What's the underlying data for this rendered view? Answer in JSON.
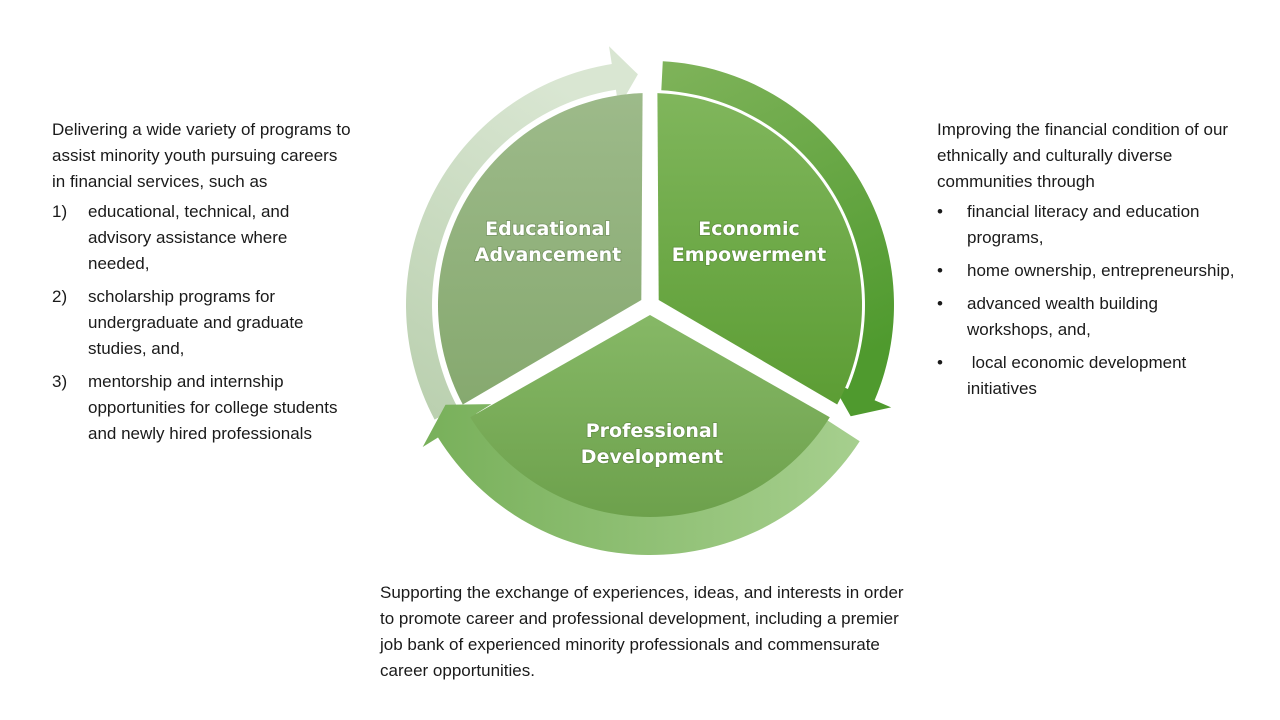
{
  "cycle": {
    "segments": [
      {
        "id": "educational",
        "lines": [
          "Educational",
          "Advancement"
        ],
        "color": "#8fb07a"
      },
      {
        "id": "economic",
        "lines": [
          "Economic",
          "Empowerment"
        ],
        "color": "#6aa83f"
      },
      {
        "id": "professional",
        "lines": [
          "Professional",
          "Development"
        ],
        "color": "#7aad58"
      }
    ]
  },
  "left": {
    "intro": "Delivering a wide variety of programs to assist minority youth pursuing careers in financial services, such as",
    "items": [
      {
        "marker": "1)",
        "text": "educational, technical, and advisory assistance where needed,"
      },
      {
        "marker": "2)",
        "text": "scholarship programs for undergraduate and graduate studies, and,"
      },
      {
        "marker": "3)",
        "text": "mentorship and internship opportunities for college students and newly hired professionals"
      }
    ]
  },
  "right": {
    "intro": "Improving the financial condition of our ethnically and culturally diverse communities through",
    "items": [
      {
        "marker": "•",
        "text": "financial literacy and education programs,"
      },
      {
        "marker": "•",
        "text": "home ownership, entrepreneurship,"
      },
      {
        "marker": "•",
        "text": "advanced wealth building workshops, and,"
      },
      {
        "marker": "•",
        "text": " local economic development initiatives"
      }
    ]
  },
  "bottom": {
    "text": "Supporting the exchange of experiences, ideas, and interests in order to promote career and professional development, including a premier job bank of experienced minority professionals and commensurate career opportunities."
  }
}
